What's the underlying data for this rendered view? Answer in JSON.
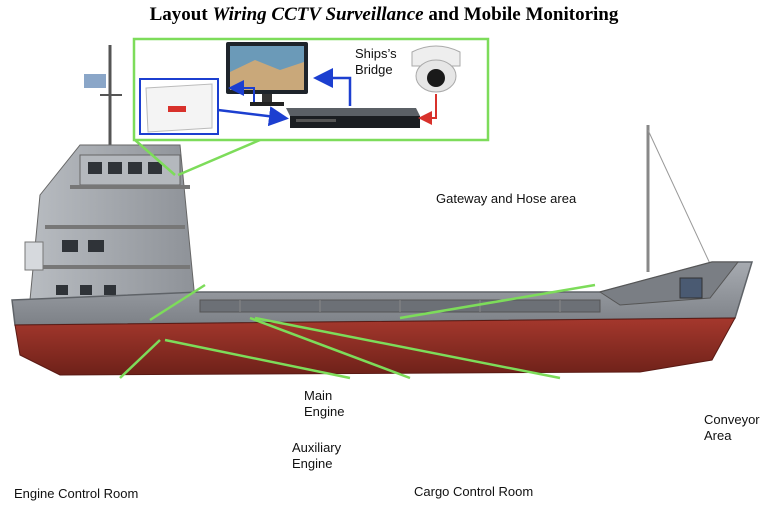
{
  "title": {
    "part1": "Layout ",
    "part2": "Wiring CCTV Surveillance",
    "part3": " and Mobile Monitoring"
  },
  "labels": {
    "bridge_line1": "Ships’s",
    "bridge_line2": "Bridge",
    "gateway": "Gateway and Hose area",
    "main_engine_line1": "Main",
    "main_engine_line2": "Engine",
    "aux_engine_line1": "Auxiliary",
    "aux_engine_line2": "Engine",
    "engine_room": "Engine Control Room",
    "conveyor_line1": "Conveyor",
    "conveyor_line2": "Area",
    "cargo_room": "Cargo Control Room"
  },
  "colors": {
    "frame": "#7ddc5a",
    "network_cable": "#1c3fd0",
    "camera_cable": "#d8312b",
    "hull_bottom": "#8b2e26",
    "hull_gray": "#8a8f96"
  }
}
